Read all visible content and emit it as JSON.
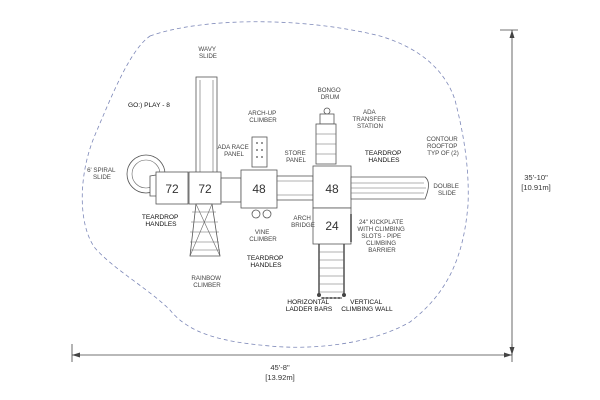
{
  "equipment": {
    "wavy_slide": [
      "WAVY",
      "SLIDE"
    ],
    "model": "GO:) PLAY - 8",
    "spiral_slide": [
      "6' SPIRAL",
      "SLIDE"
    ],
    "arch_up_climber": [
      "ARCH-UP",
      "CLIMBER"
    ],
    "ada_race_panel": [
      "ADA RACE",
      "PANEL"
    ],
    "bongo_drum": [
      "BONGO",
      "DRUM"
    ],
    "ada_transfer_station": [
      "ADA",
      "TRANSFER",
      "STATION"
    ],
    "store_panel": [
      "STORE",
      "PANEL"
    ],
    "teardrop_handles_top": [
      "TEARDROP",
      "HANDLES"
    ],
    "contour_rooftop": [
      "CONTOUR",
      "ROOFTOP",
      "TYP OF (2)"
    ],
    "double_slide": [
      "DOUBLE",
      "SLIDE"
    ],
    "teardrop_handles_left": [
      "TEARDROP",
      "HANDLES"
    ],
    "vine_climber": [
      "VINE",
      "CLIMBER"
    ],
    "arch_bridge": [
      "ARCH",
      "BRIDGE"
    ],
    "kickplate": [
      "24\" KICKPLATE",
      "WITH CLIMBING",
      "SLOTS - PIPE",
      "CLIMBING",
      "BARRIER"
    ],
    "teardrop_handles_mid": [
      "TEARDROP",
      "HANDLES"
    ],
    "rainbow_climber": [
      "RAINBOW",
      "CLIMBER"
    ],
    "horizontal_ladder_bars": [
      "HORIZONTAL",
      "LADDER BARS"
    ],
    "vertical_climbing_wall": [
      "VERTICAL",
      "CLIMBING WALL"
    ]
  },
  "decks": {
    "deck_72_left": "72",
    "deck_72_right": "72",
    "deck_48_mid": "48",
    "deck_48_right": "48",
    "deck_24": "24"
  },
  "dimensions": {
    "width_ft": "45'-8\"",
    "width_m": "[13.92m]",
    "height_ft": "35'-10\"",
    "height_m": "[10.91m]"
  }
}
